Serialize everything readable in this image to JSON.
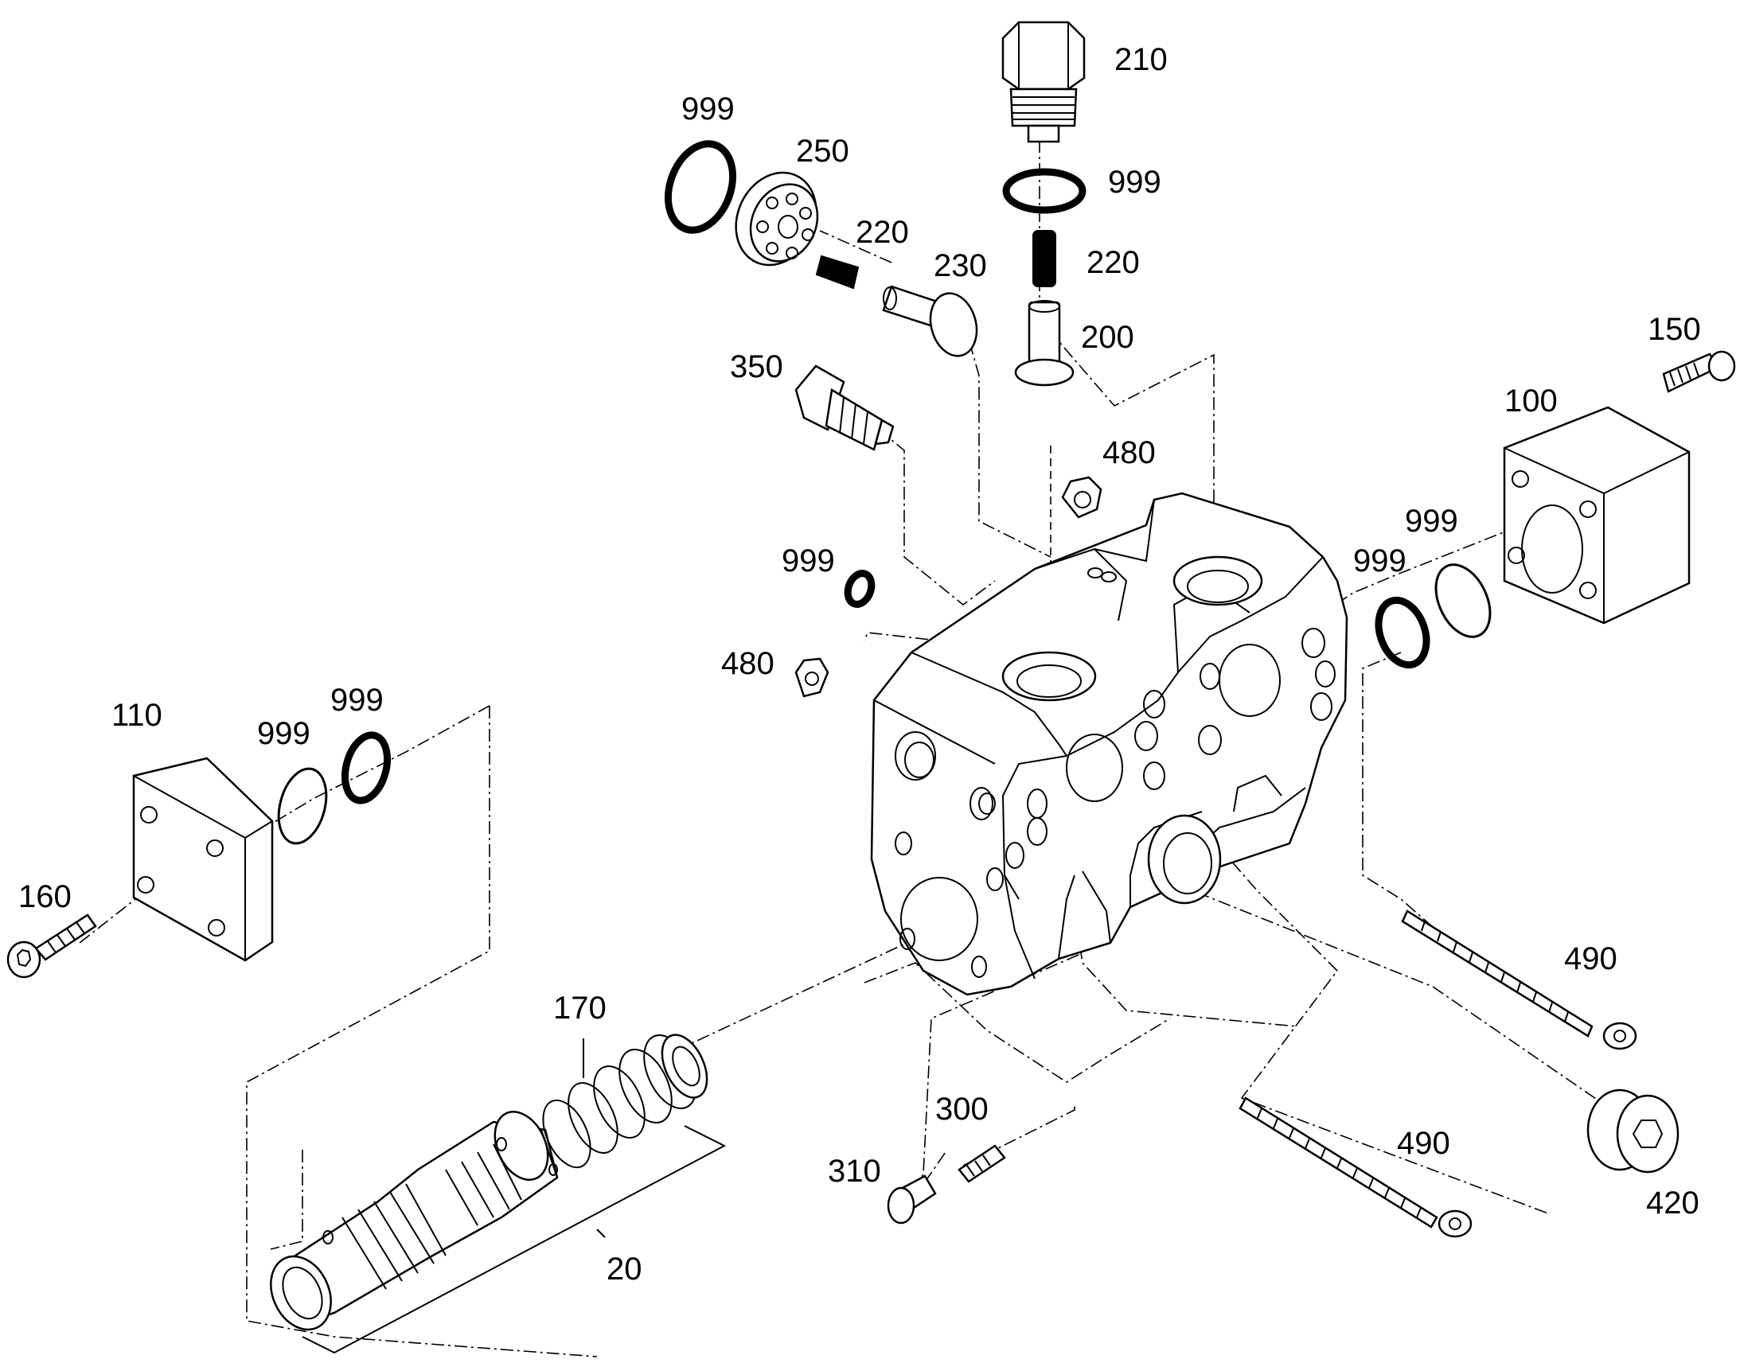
{
  "callouts": [
    {
      "id": "210",
      "text": "210"
    },
    {
      "id": "999_a",
      "text": "999"
    },
    {
      "id": "250",
      "text": "250"
    },
    {
      "id": "999_b",
      "text": "999"
    },
    {
      "id": "220_a",
      "text": "220"
    },
    {
      "id": "230",
      "text": "230"
    },
    {
      "id": "220_b",
      "text": "220"
    },
    {
      "id": "200",
      "text": "200"
    },
    {
      "id": "350",
      "text": "350"
    },
    {
      "id": "150",
      "text": "150"
    },
    {
      "id": "100",
      "text": "100"
    },
    {
      "id": "480_a",
      "text": "480"
    },
    {
      "id": "999_c",
      "text": "999"
    },
    {
      "id": "999_d",
      "text": "999"
    },
    {
      "id": "999_e",
      "text": "999"
    },
    {
      "id": "480_b",
      "text": "480"
    },
    {
      "id": "110",
      "text": "110"
    },
    {
      "id": "999_f",
      "text": "999"
    },
    {
      "id": "999_g",
      "text": "999"
    },
    {
      "id": "160",
      "text": "160"
    },
    {
      "id": "490_a",
      "text": "490"
    },
    {
      "id": "170",
      "text": "170"
    },
    {
      "id": "300",
      "text": "300"
    },
    {
      "id": "310",
      "text": "310"
    },
    {
      "id": "490_b",
      "text": "490"
    },
    {
      "id": "420",
      "text": "420"
    },
    {
      "id": "20",
      "text": "20"
    }
  ]
}
